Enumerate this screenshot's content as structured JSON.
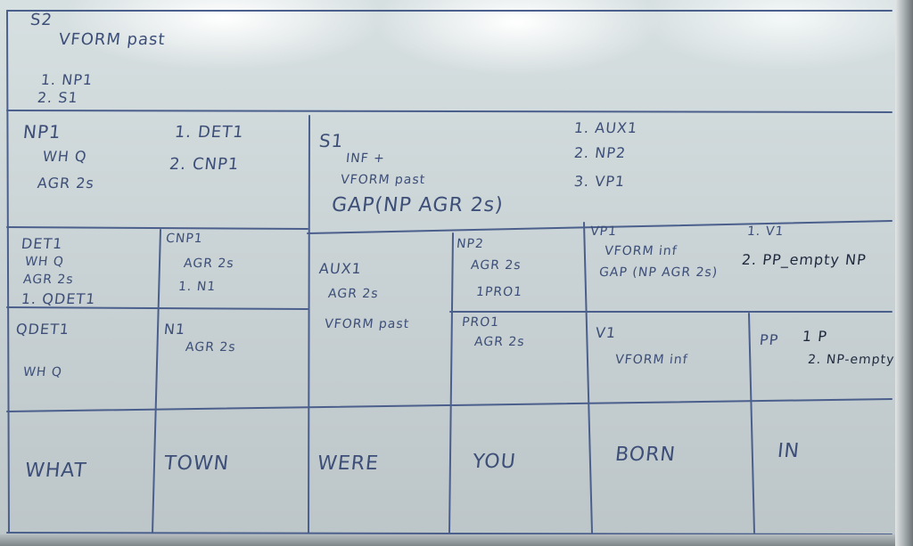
{
  "board": {
    "header": {
      "number": "S2",
      "vform": "VFORM past",
      "rule1": "1. NP1",
      "rule2": "2. S1"
    },
    "np1": {
      "title": "NP1",
      "f1": "WH Q",
      "f2": "AGR 2s",
      "r1": "1. DET1",
      "r2": "2. CNP1"
    },
    "s1": {
      "title": "S1",
      "f1": "INF +",
      "f2": "VFORM past",
      "f3": "GAP(NP AGR 2s)",
      "r1": "1. AUX1",
      "r2": "2. NP2",
      "r3": "3. VP1"
    },
    "det1": {
      "title": "DET1",
      "f1": "WH Q",
      "f2": "AGR 2s",
      "r1": "1. QDET1"
    },
    "cnp1": {
      "title": "CNP1",
      "f1": "AGR 2s",
      "r1": "1. N1"
    },
    "aux1": {
      "title": "AUX1",
      "f1": "AGR 2s",
      "f2": "VFORM past"
    },
    "np2": {
      "title": "NP2",
      "f1": "AGR 2s",
      "r1": "1PRO1"
    },
    "vp1": {
      "title": "VP1",
      "f1": "VFORM inf",
      "f2": "GAP (NP AGR 2s)",
      "r1": "1. V1",
      "r2": "2. PP_empty NP"
    },
    "qdet1": {
      "title": "QDET1",
      "f1": "WH Q"
    },
    "n1": {
      "title": "N1",
      "f1": "AGR 2s"
    },
    "pro1": {
      "title": "PRO1",
      "f1": "AGR 2s"
    },
    "v1": {
      "title": "V1",
      "f1": "VFORM inf"
    },
    "pp": {
      "title": "PP",
      "r1": "1 P",
      "r2": "2. NP-empty"
    },
    "words": [
      "WHAT",
      "TOWN",
      "WERE",
      "YOU",
      "BORN",
      "IN"
    ]
  }
}
